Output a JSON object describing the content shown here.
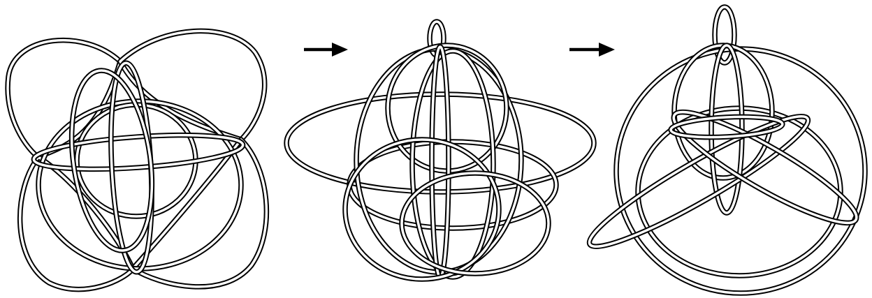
{
  "figure": {
    "panels": [
      {
        "name": "panel-1"
      },
      {
        "name": "panel-2"
      },
      {
        "name": "panel-3"
      }
    ],
    "arrows": [
      {
        "name": "arrow-1"
      },
      {
        "name": "arrow-2"
      }
    ],
    "colors": {
      "stroke": "#000000",
      "tube_interior": "#ffffff",
      "background": "#ffffff"
    }
  }
}
